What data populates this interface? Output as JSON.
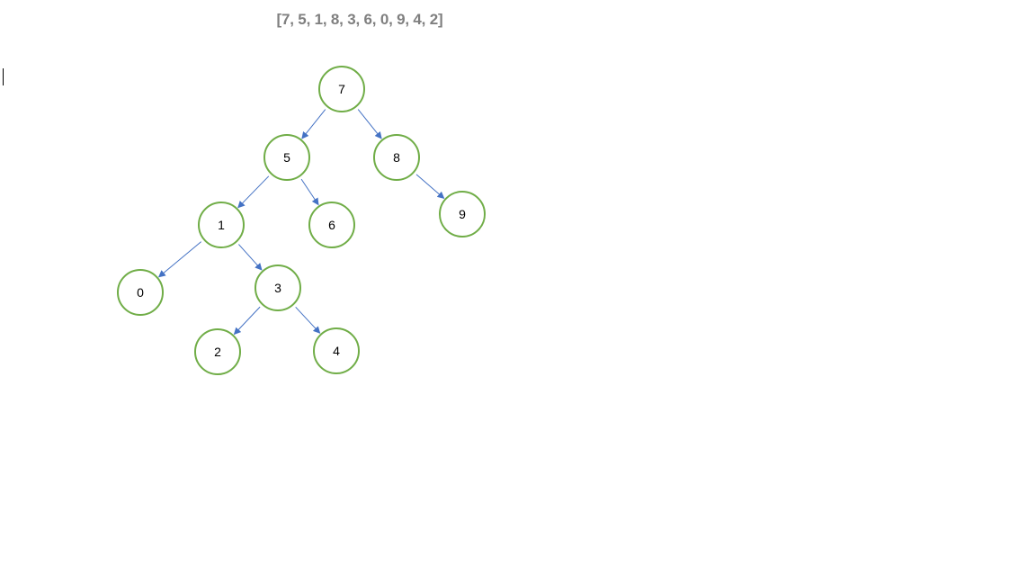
{
  "array_text": "[7, 5, 1, 8, 3, 6, 0, 9, 4, 2]",
  "colors": {
    "node_border": "#70ad47",
    "arrow": "#4472c4",
    "array_text": "#7f7f7f"
  },
  "tree": {
    "nodes": [
      {
        "id": "n7",
        "label": "7"
      },
      {
        "id": "n5",
        "label": "5"
      },
      {
        "id": "n8",
        "label": "8"
      },
      {
        "id": "n1",
        "label": "1"
      },
      {
        "id": "n6",
        "label": "6"
      },
      {
        "id": "n9",
        "label": "9"
      },
      {
        "id": "n0",
        "label": "0"
      },
      {
        "id": "n3",
        "label": "3"
      },
      {
        "id": "n2",
        "label": "2"
      },
      {
        "id": "n4",
        "label": "4"
      }
    ],
    "edges": [
      {
        "from": "7",
        "to": "5"
      },
      {
        "from": "7",
        "to": "8"
      },
      {
        "from": "5",
        "to": "1"
      },
      {
        "from": "5",
        "to": "6"
      },
      {
        "from": "8",
        "to": "9"
      },
      {
        "from": "1",
        "to": "0"
      },
      {
        "from": "1",
        "to": "3"
      },
      {
        "from": "3",
        "to": "2"
      },
      {
        "from": "3",
        "to": "4"
      }
    ]
  }
}
